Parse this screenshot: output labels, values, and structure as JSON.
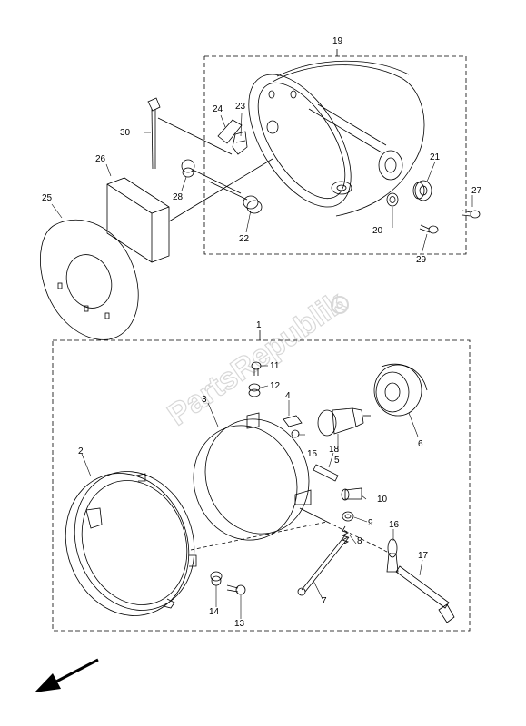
{
  "diagram": {
    "watermark": "PartsRepublik",
    "callouts": {
      "c1": "1",
      "c2": "2",
      "c3": "3",
      "c4": "4",
      "c5": "5",
      "c6": "6",
      "c7": "7",
      "c8": "8",
      "c9": "9",
      "c10": "10",
      "c11": "11",
      "c12": "12",
      "c13": "13",
      "c14": "14",
      "c15": "15",
      "c16": "16",
      "c17": "17",
      "c18": "18",
      "c19": "19",
      "c20": "20",
      "c21": "21",
      "c22": "22",
      "c23": "23",
      "c24": "24",
      "c25": "25",
      "c26": "26",
      "c27": "27",
      "c28": "28",
      "c29": "29",
      "c30": "30"
    }
  }
}
